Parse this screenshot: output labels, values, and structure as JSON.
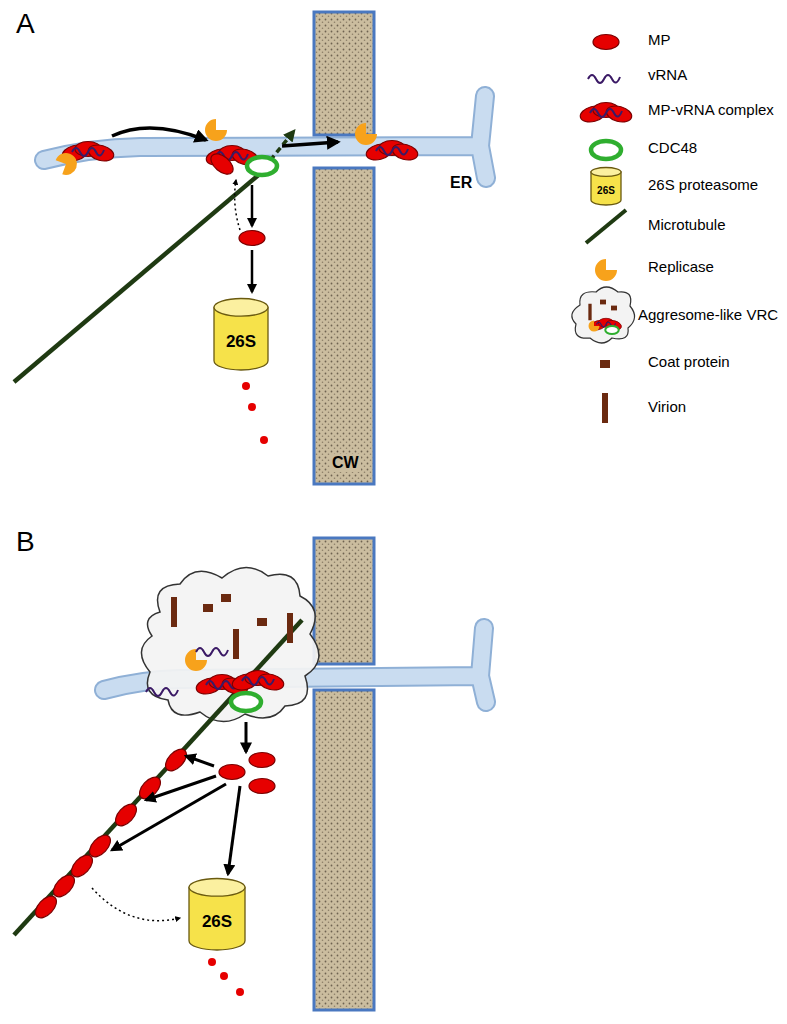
{
  "diagram": {
    "nodes": [
      {
        "text": [
          "26S"
        ]
      },
      {
        "text": [
          "26S"
        ]
      },
      {
        "text": [
          "26S"
        ]
      }
    ],
    "labels": [
      "A",
      "B",
      "ER",
      "CW"
    ],
    "legend": [
      {
        "text": "MP"
      },
      {
        "text": "vRNA"
      },
      {
        "text": "MP-vRNA complex"
      },
      {
        "text": "CDC48"
      },
      {
        "text": "26S proteasome"
      },
      {
        "text": "Microtubule"
      },
      {
        "text": "Replicase"
      },
      {
        "text": "Aggresome-like VRC"
      },
      {
        "text": "Coat protein"
      },
      {
        "text": "Virion"
      }
    ]
  }
}
